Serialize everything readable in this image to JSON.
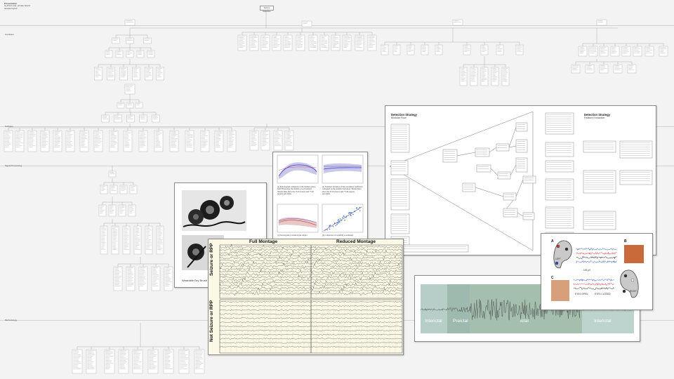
{
  "header": {
    "line1": "Presentation",
    "line2": "by Prezi user, private board",
    "line3": "sample layout"
  },
  "rows": [
    "Hardware",
    "Software",
    "Signal Processing",
    "Methodology"
  ],
  "top_node": "Seizure Detection",
  "product_caption": "Wearable Dry Brush Electrodes",
  "plot_panel": {
    "caption_left": "(a) Periodogram computed on the median sensor, field Filtered for the median of each subject. Shaded lines show the 25-th (lower) and 75-th (upper) percentile.",
    "caption_right": "(b) Standard deviation of the correlation coefficient computed on the standard deviation. Shaded lines show the 25-th (lower) and 75-th (upper) percentile.",
    "caption_bottom_left": "(c) Periodogram (correlation) per subject.",
    "caption_bottom_right": "(d) Comparison of variability as estimated."
  },
  "eeg_panel": {
    "title_left": "Full Montage",
    "title_right": "Reduced Montage",
    "row_top": "Seizure or RPP",
    "row_bottom": "Not Seizure or RPP"
  },
  "flow_panel": {
    "title_left": "Detection Strategy",
    "sub_left": "Modular Flow",
    "title_right": "Detection Strategy",
    "sub_right": "Feature Extraction"
  },
  "phase_panel": {
    "phases": [
      "Interictal",
      "Preictal",
      "Ictal",
      "Interictal"
    ],
    "colors": [
      "#9fbcb5",
      "#7ea393",
      "#86a993",
      "#a7c4bd"
    ]
  },
  "electrode_panel": {
    "letters": [
      "A",
      "B",
      "C"
    ],
    "left_label": "LEFT",
    "right_label": "RIGHT",
    "eyes_open": "EYES OPEN",
    "eyes_closed": "EYES CLOSED",
    "scale_label": "100 μV"
  }
}
